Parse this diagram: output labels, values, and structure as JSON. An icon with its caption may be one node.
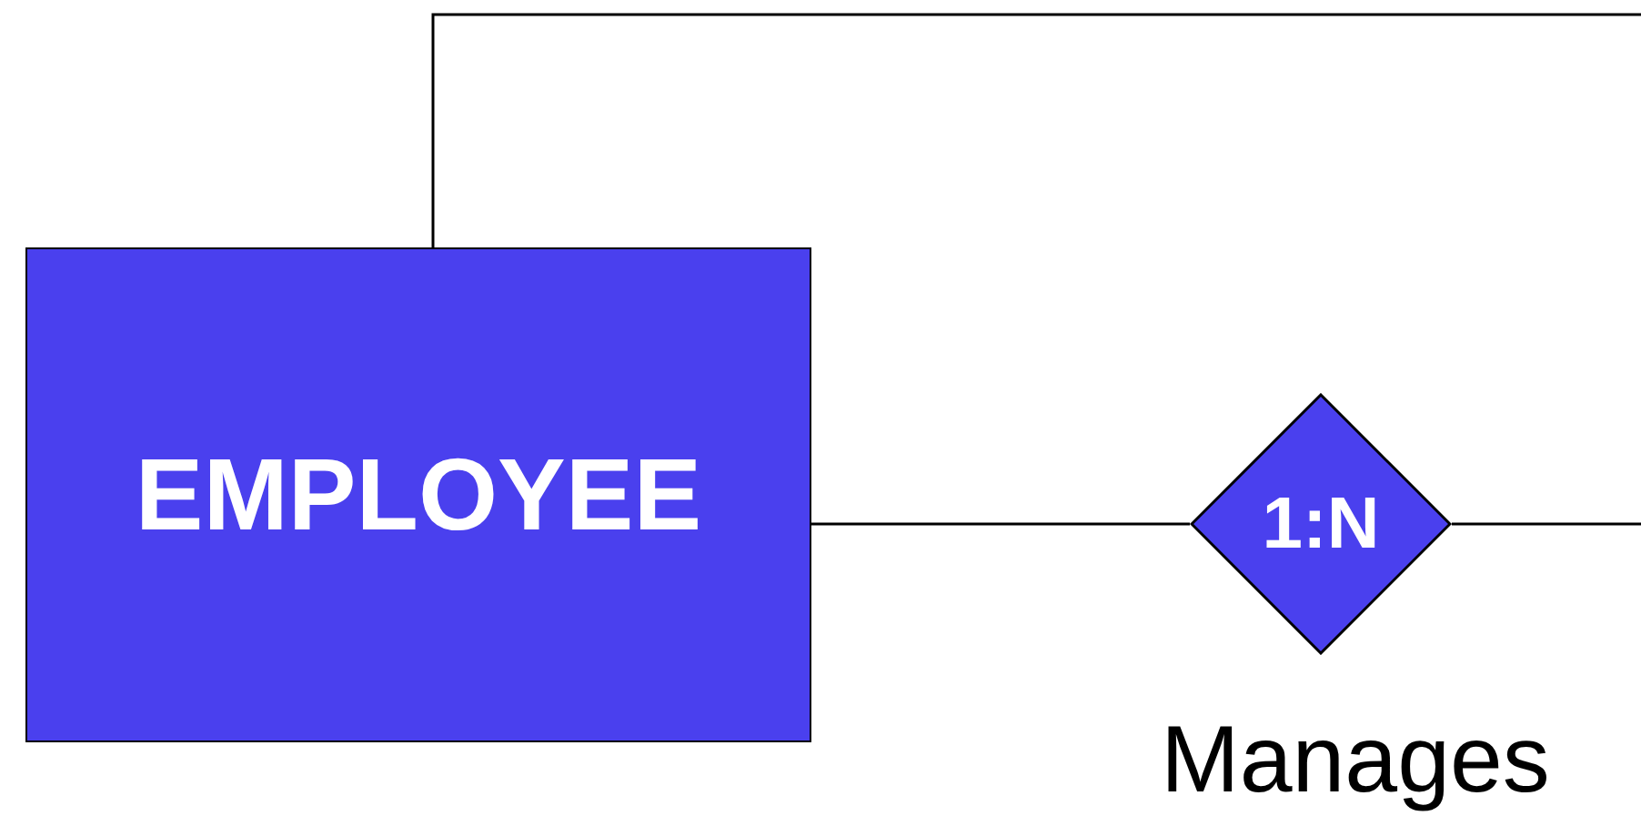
{
  "diagram": {
    "nodes": [
      {
        "text": [
          "EMPLOYEE"
        ]
      },
      {
        "text": [
          "1:N"
        ],
        "beside": [
          "Manages"
        ]
      }
    ],
    "edges": [
      {
        "from": 0,
        "to": 1,
        "arrow": "none"
      },
      {
        "from": 1,
        "to": null,
        "arrow": "none"
      },
      {
        "from": 0,
        "to": null,
        "arrow": "none"
      }
    ]
  }
}
